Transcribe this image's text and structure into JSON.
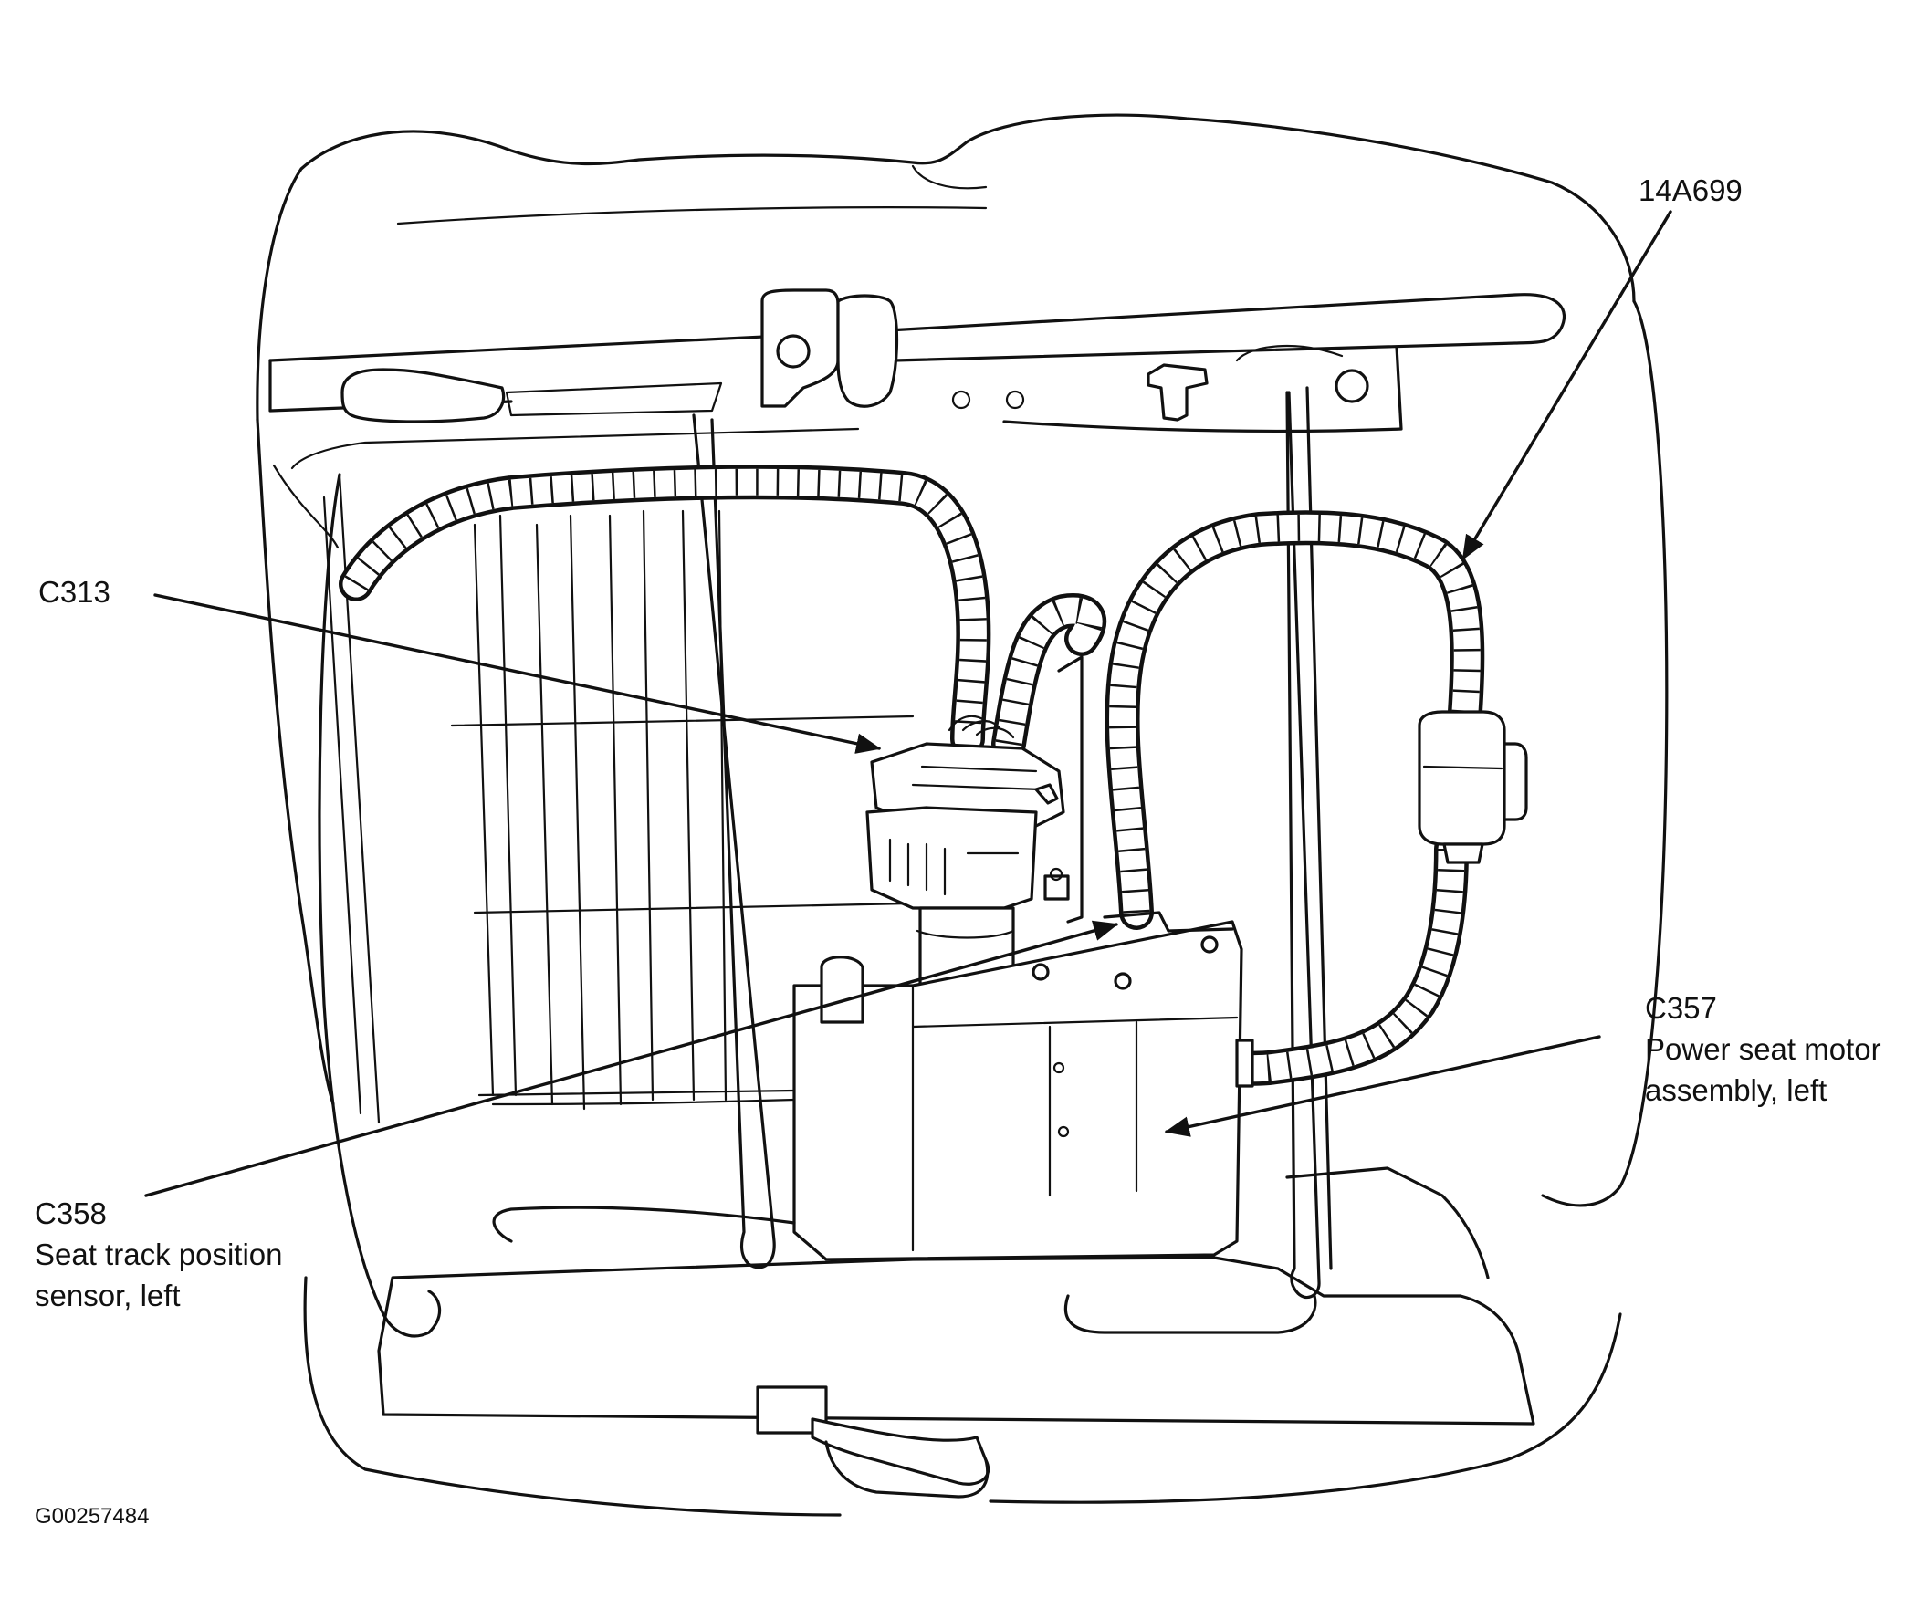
{
  "callouts": {
    "c313": {
      "code": "C313"
    },
    "harness": {
      "code": "14A699"
    },
    "c357": {
      "code": "C357",
      "line1": "Power seat motor",
      "line2": "assembly, left"
    },
    "c358": {
      "code": "C358",
      "line1": "Seat track position",
      "line2": "sensor, left"
    }
  },
  "figure_id": "G00257484",
  "colors": {
    "ink": "#111111",
    "paper": "#ffffff"
  }
}
